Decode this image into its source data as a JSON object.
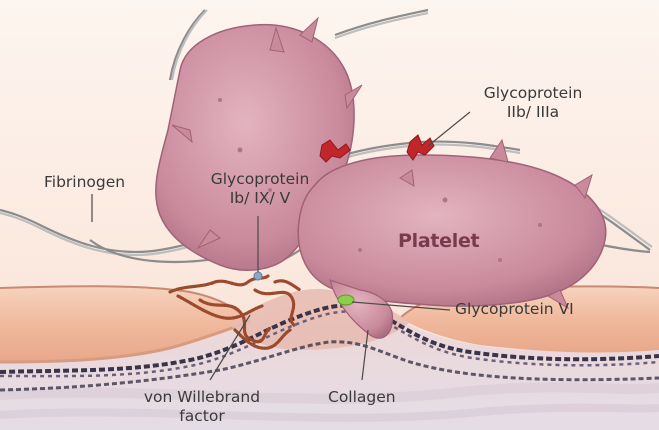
{
  "labels": {
    "fibrinogen": "Fibrinogen",
    "gp_ib_ix_v": [
      "Glycoprotein",
      "Ib/ IX/ V"
    ],
    "gp_iib_iiia": [
      "Glycoprotein",
      "IIb/ IIIa"
    ],
    "platelet": "Platelet",
    "gp_vi": "Glycoprotein VI",
    "vwf": [
      "von Willebrand",
      "factor"
    ],
    "collagen": "Collagen"
  },
  "colors": {
    "background": "#fbeee6",
    "platelet_fill": "#c98a9c",
    "platelet_stroke": "#a06277",
    "fibrinogen_strand": "#8c8c8c",
    "gp_iib_iiia": "#c0262a",
    "gp_ib_ix_v": "#8aa7c9",
    "gp_vi": "#8ccf4a",
    "vwf": "#9c4a2c",
    "collagen": "#3a3448",
    "vessel_wall": "#f1c0a6",
    "subendothelium": "#e9e1e6"
  }
}
